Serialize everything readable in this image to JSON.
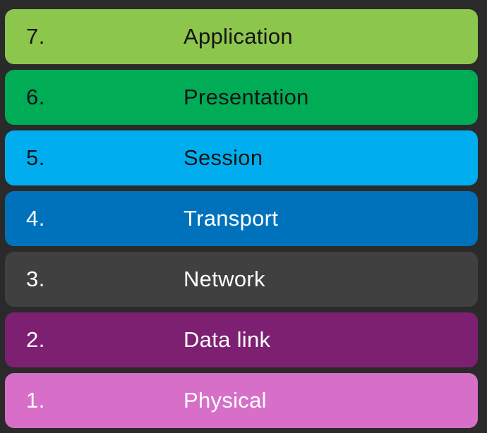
{
  "background": "#2A2A2A",
  "stack_name": "osi-layer-stack",
  "layers": [
    {
      "number": "7.",
      "label": "Application",
      "fill": "#8DC64D",
      "text_color": "#141414"
    },
    {
      "number": "6.",
      "label": "Presentation",
      "fill": "#00AC55",
      "text_color": "#141414"
    },
    {
      "number": "5.",
      "label": "Session",
      "fill": "#00AEEF",
      "text_color": "#141414"
    },
    {
      "number": "4.",
      "label": "Transport",
      "fill": "#0072BC",
      "text_color": "#FFFFFF"
    },
    {
      "number": "3.",
      "label": "Network",
      "fill": "#404040",
      "text_color": "#FFFFFF"
    },
    {
      "number": "2.",
      "label": "Data link",
      "fill": "#7D2072",
      "text_color": "#FFFFFF"
    },
    {
      "number": "1.",
      "label": "Physical",
      "fill": "#D76FC8",
      "text_color": "#FFFFFF"
    }
  ]
}
